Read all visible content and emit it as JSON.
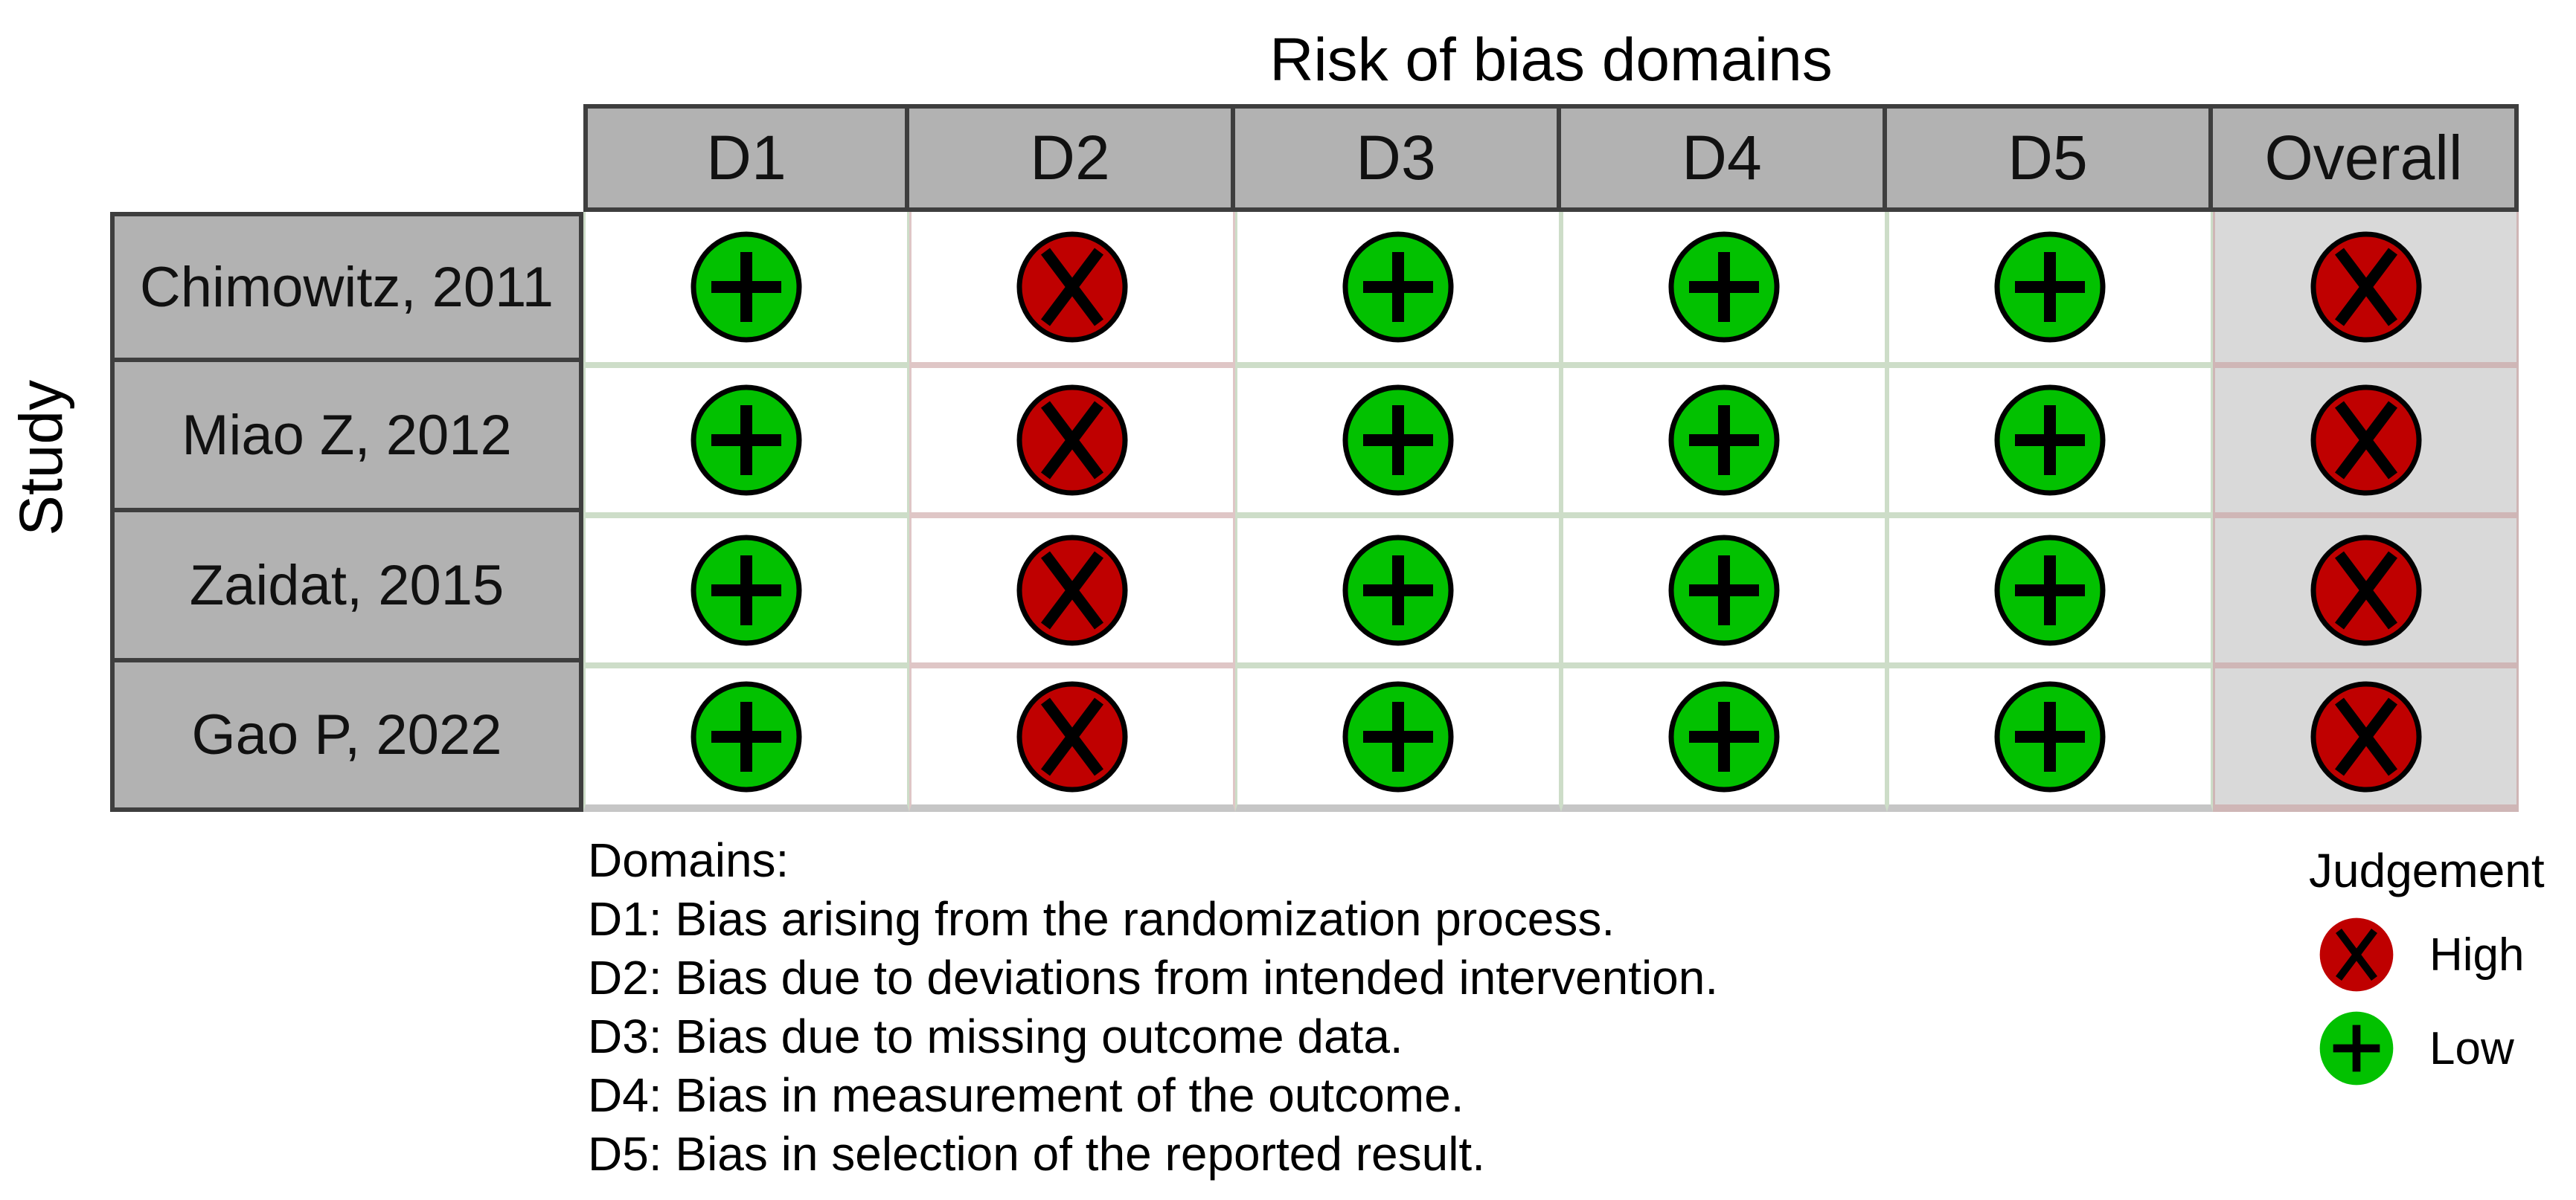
{
  "figure": {
    "title": "Risk of bias domains",
    "row_axis_label": "Study"
  },
  "table": {
    "columns": [
      "D1",
      "D2",
      "D3",
      "D4",
      "D5",
      "Overall"
    ],
    "rows": [
      {
        "study": "Chimowitz, 2011",
        "judgements": [
          "low",
          "high",
          "low",
          "low",
          "low",
          "high"
        ]
      },
      {
        "study": "Miao Z, 2012",
        "judgements": [
          "low",
          "high",
          "low",
          "low",
          "low",
          "high"
        ]
      },
      {
        "study": "Zaidat, 2015",
        "judgements": [
          "low",
          "high",
          "low",
          "low",
          "low",
          "high"
        ]
      },
      {
        "study": "Gao P, 2022",
        "judgements": [
          "low",
          "high",
          "low",
          "low",
          "low",
          "high"
        ]
      }
    ]
  },
  "judgement_symbols": {
    "low": "+",
    "high": "X"
  },
  "colors": {
    "low": "#02C100",
    "high": "#BF0000",
    "header_bg": "#b2b2b2",
    "overall_bg": "#d9d9d9",
    "border_dark": "#3e3e3e"
  },
  "footnote": {
    "heading": "Domains:",
    "lines": [
      "D1: Bias arising from the randomization process.",
      "D2: Bias due to deviations from intended intervention.",
      "D3: Bias due to missing outcome data.",
      "D4: Bias in measurement of the outcome.",
      "D5: Bias in selection of the reported result."
    ]
  },
  "legend": {
    "title": "Judgement",
    "items": [
      {
        "key": "high",
        "label": "High"
      },
      {
        "key": "low",
        "label": "Low"
      }
    ]
  },
  "chart_data": {
    "type": "table",
    "title": "Risk of bias domains",
    "row_axis_label": "Study",
    "columns": [
      "D1",
      "D2",
      "D3",
      "D4",
      "D5",
      "Overall"
    ],
    "rows": [
      "Chimowitz, 2011",
      "Miao Z, 2012",
      "Zaidat, 2015",
      "Gao P, 2022"
    ],
    "values": [
      [
        "Low",
        "High",
        "Low",
        "Low",
        "Low",
        "High"
      ],
      [
        "Low",
        "High",
        "Low",
        "Low",
        "Low",
        "High"
      ],
      [
        "Low",
        "High",
        "Low",
        "Low",
        "Low",
        "High"
      ],
      [
        "Low",
        "High",
        "Low",
        "Low",
        "Low",
        "High"
      ]
    ],
    "legend_entries": [
      {
        "label": "High",
        "symbol": "X",
        "color": "#BF0000"
      },
      {
        "label": "Low",
        "symbol": "+",
        "color": "#02C100"
      }
    ],
    "footnotes": [
      "Domains:",
      "D1: Bias arising from the randomization process.",
      "D2: Bias due to deviations from intended intervention.",
      "D3: Bias due to missing outcome data.",
      "D4: Bias in measurement of the outcome.",
      "D5: Bias in selection of the reported result."
    ]
  }
}
